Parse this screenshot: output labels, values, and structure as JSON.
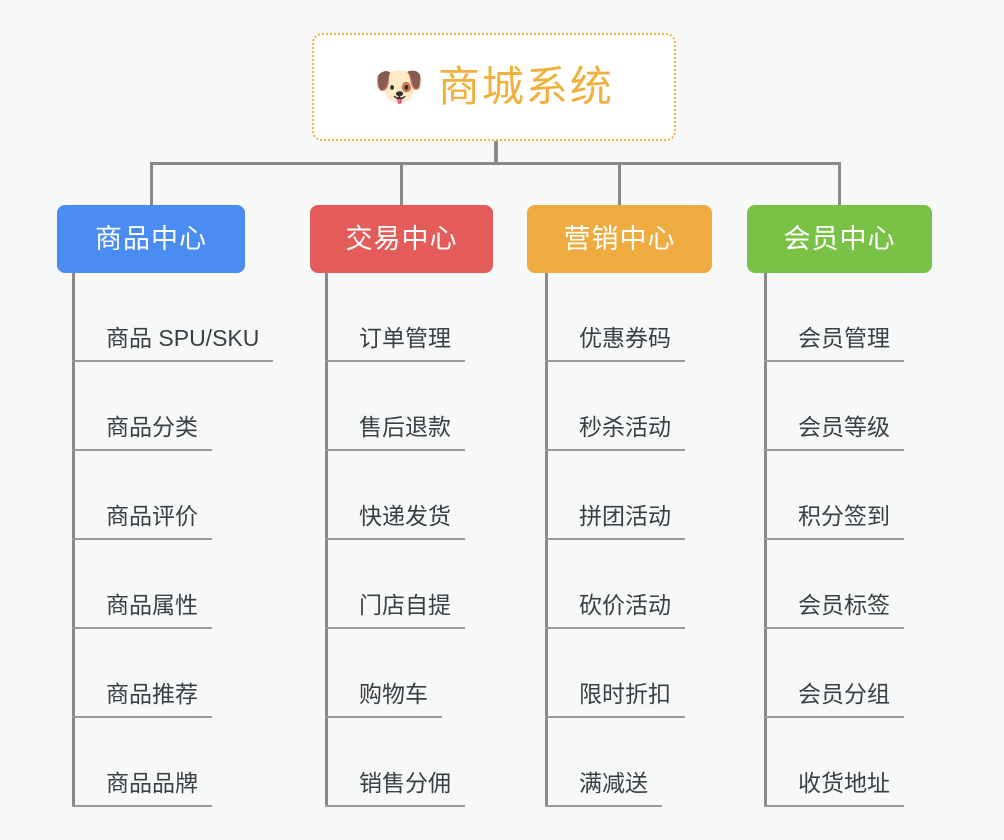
{
  "root": {
    "title": "商城系统",
    "emoji": "🐶",
    "emoji_name": "shiba-inu-dog-face",
    "text_color": "#f0b03c",
    "border_color": "#f2b33d"
  },
  "line_color": "#8a8a8a",
  "background": "#f7f8f8",
  "branches": [
    {
      "label": "商品中心",
      "color": "#4a8cf2",
      "items": [
        "商品 SPU/SKU",
        "商品分类",
        "商品评价",
        "商品属性",
        "商品推荐",
        "商品品牌"
      ]
    },
    {
      "label": "交易中心",
      "color": "#e45c5a",
      "items": [
        "订单管理",
        "售后退款",
        "快递发货",
        "门店自提",
        "购物车",
        "销售分佣"
      ]
    },
    {
      "label": "营销中心",
      "color": "#eeab3f",
      "items": [
        "优惠券码",
        "秒杀活动",
        "拼团活动",
        "砍价活动",
        "限时折扣",
        "满减送"
      ]
    },
    {
      "label": "会员中心",
      "color": "#79c245",
      "items": [
        "会员管理",
        "会员等级",
        "积分签到",
        "会员标签",
        "会员分组",
        "收货地址"
      ]
    }
  ]
}
